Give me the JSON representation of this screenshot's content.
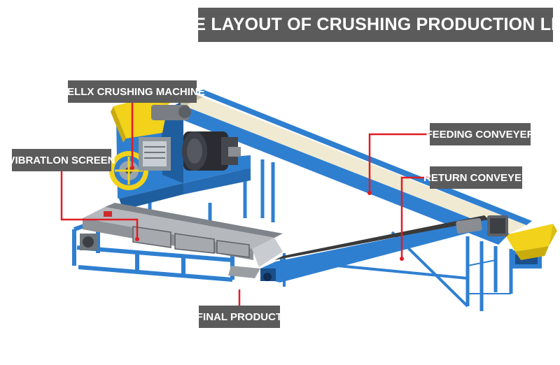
{
  "title": "THE LAYOUT OF CRUSHING PRODUCTION LINE",
  "labels": {
    "crushing_machine": "HELLX CRUSHING MACHINE",
    "vibration_screen": "VIBRATLON SCREEN",
    "feeding_conveyer": "FEEDING CONVEYER",
    "return_conveyer": "RETURN CONVEYEY",
    "final_product": "FINAL PRODUCT"
  },
  "colors": {
    "label_background": "#5b5b5b",
    "label_text": "#ffffff",
    "leader_line": "#e01c24",
    "frame_blue": "#2f7fd0",
    "belt": "#f0ead2",
    "hopper_yellow": "#f2d21a",
    "motor_dark": "#2a2c32",
    "screen_gray": "#9a9a9a"
  }
}
